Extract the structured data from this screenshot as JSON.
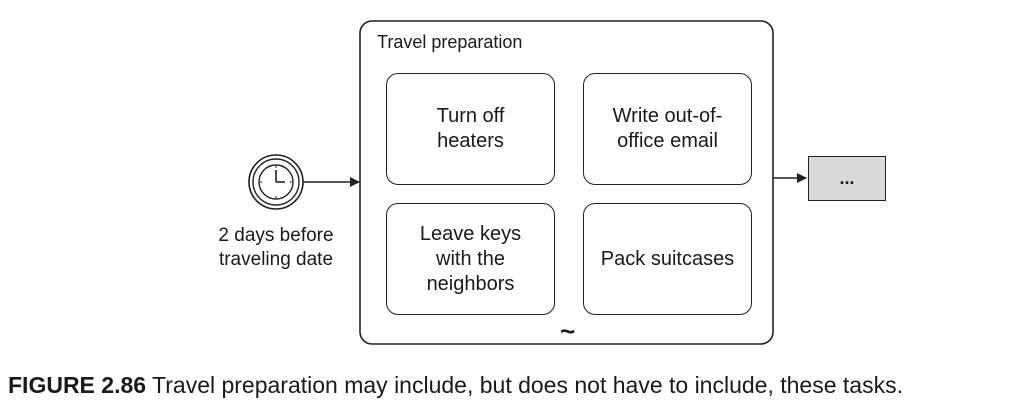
{
  "start_event": {
    "label_line1": "2 days before",
    "label_line2": "traveling date",
    "icon": "clock-icon"
  },
  "subprocess": {
    "title": "Travel preparation",
    "marker": "~",
    "tasks": [
      {
        "line1": "Turn off",
        "line2": "heaters",
        "line3": ""
      },
      {
        "line1": "Write out-of-",
        "line2": "office email",
        "line3": ""
      },
      {
        "line1": "Leave keys",
        "line2": "with the",
        "line3": "neighbors"
      },
      {
        "line1": "Pack suitcases",
        "line2": "",
        "line3": ""
      }
    ]
  },
  "next_task": {
    "label": "..."
  },
  "caption": {
    "number": "FIGURE 2.86",
    "text": "Travel preparation may include, but does not have to include, these tasks."
  }
}
